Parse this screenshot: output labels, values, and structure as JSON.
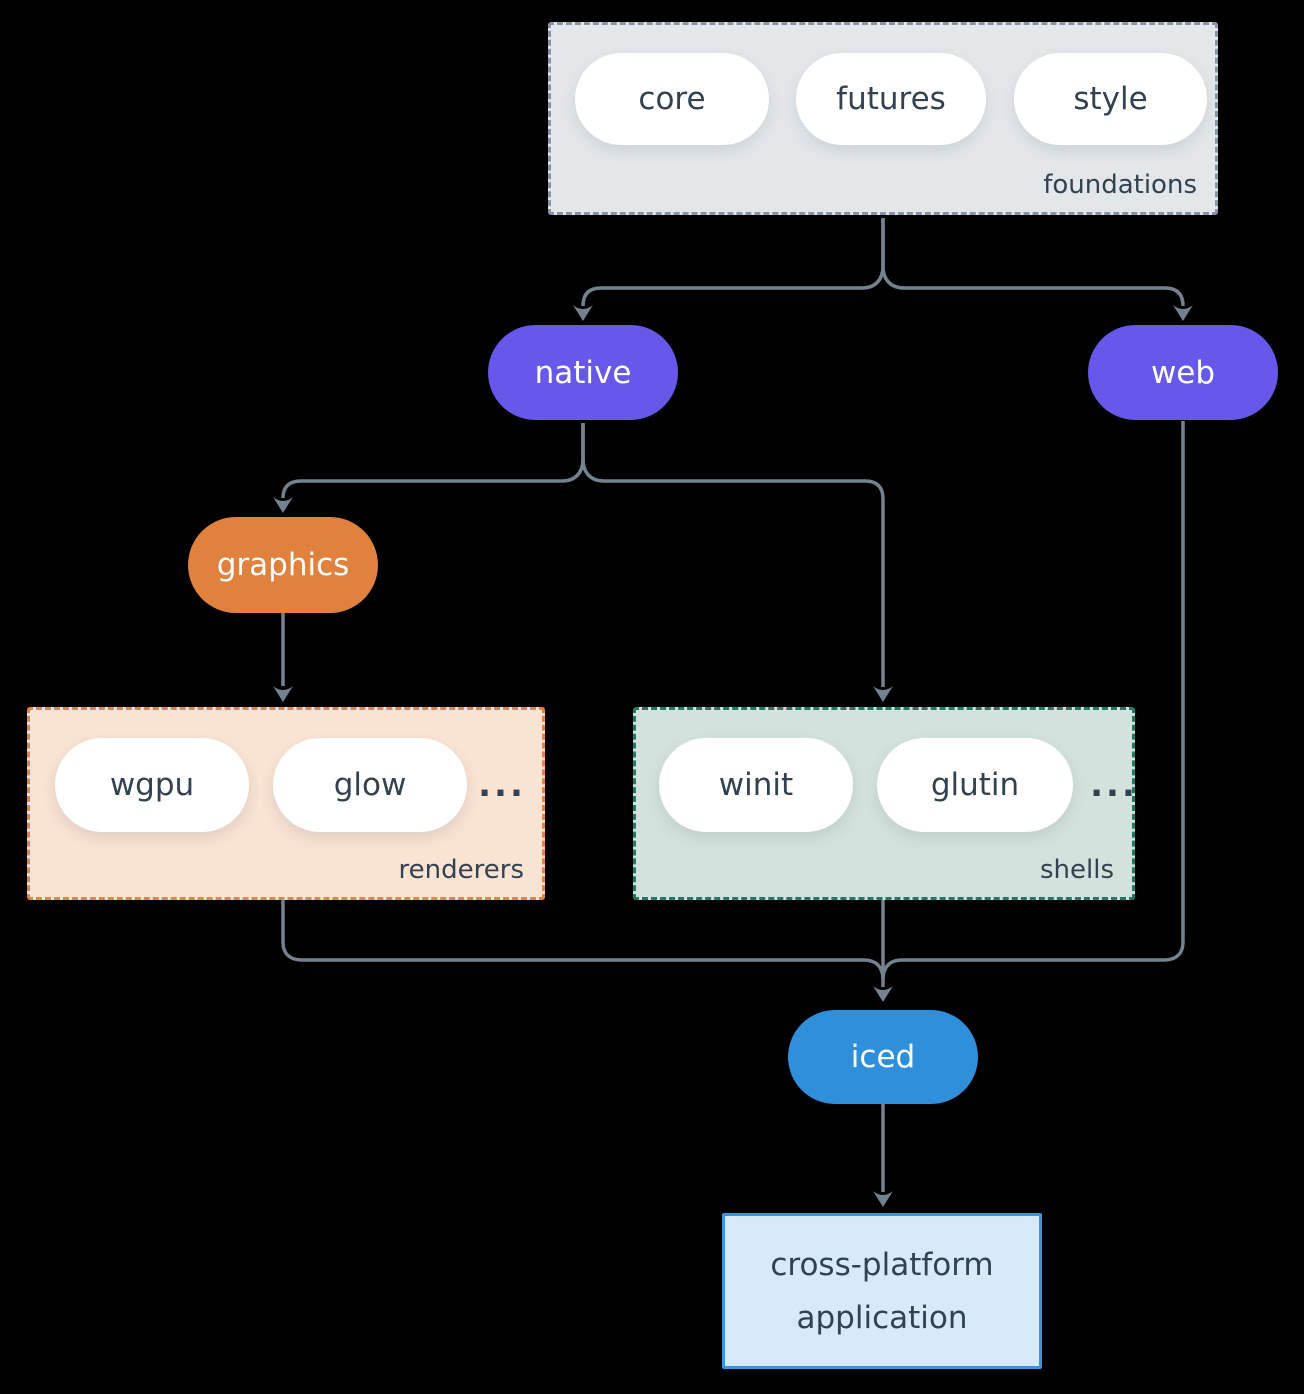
{
  "diagram": {
    "foundations": {
      "label": "foundations",
      "items": [
        "core",
        "futures",
        "style"
      ]
    },
    "native": "native",
    "web": "web",
    "graphics": "graphics",
    "renderers": {
      "label": "renderers",
      "items": [
        "wgpu",
        "glow"
      ],
      "more": "..."
    },
    "shells": {
      "label": "shells",
      "items": [
        "winit",
        "glutin"
      ],
      "more": "..."
    },
    "iced": "iced",
    "application": {
      "line1": "cross-platform",
      "line2": "application"
    }
  },
  "colors": {
    "background": "#000000",
    "connector": "#74828F",
    "purple": "#6659E9",
    "orange": "#E0823E",
    "blue": "#2F8FDB",
    "foundations_fill": "#E3E7EA",
    "foundations_border": "#8895A4",
    "renderers_fill": "#F9E3D3",
    "renderers_border": "#E8823C",
    "shells_fill": "#D3E2DC",
    "shells_border": "#1F7A66",
    "app_fill": "#D8E9F9",
    "app_border": "#3E93E1",
    "text_dark": "#334250",
    "pill_fill": "#FFFFFF"
  }
}
